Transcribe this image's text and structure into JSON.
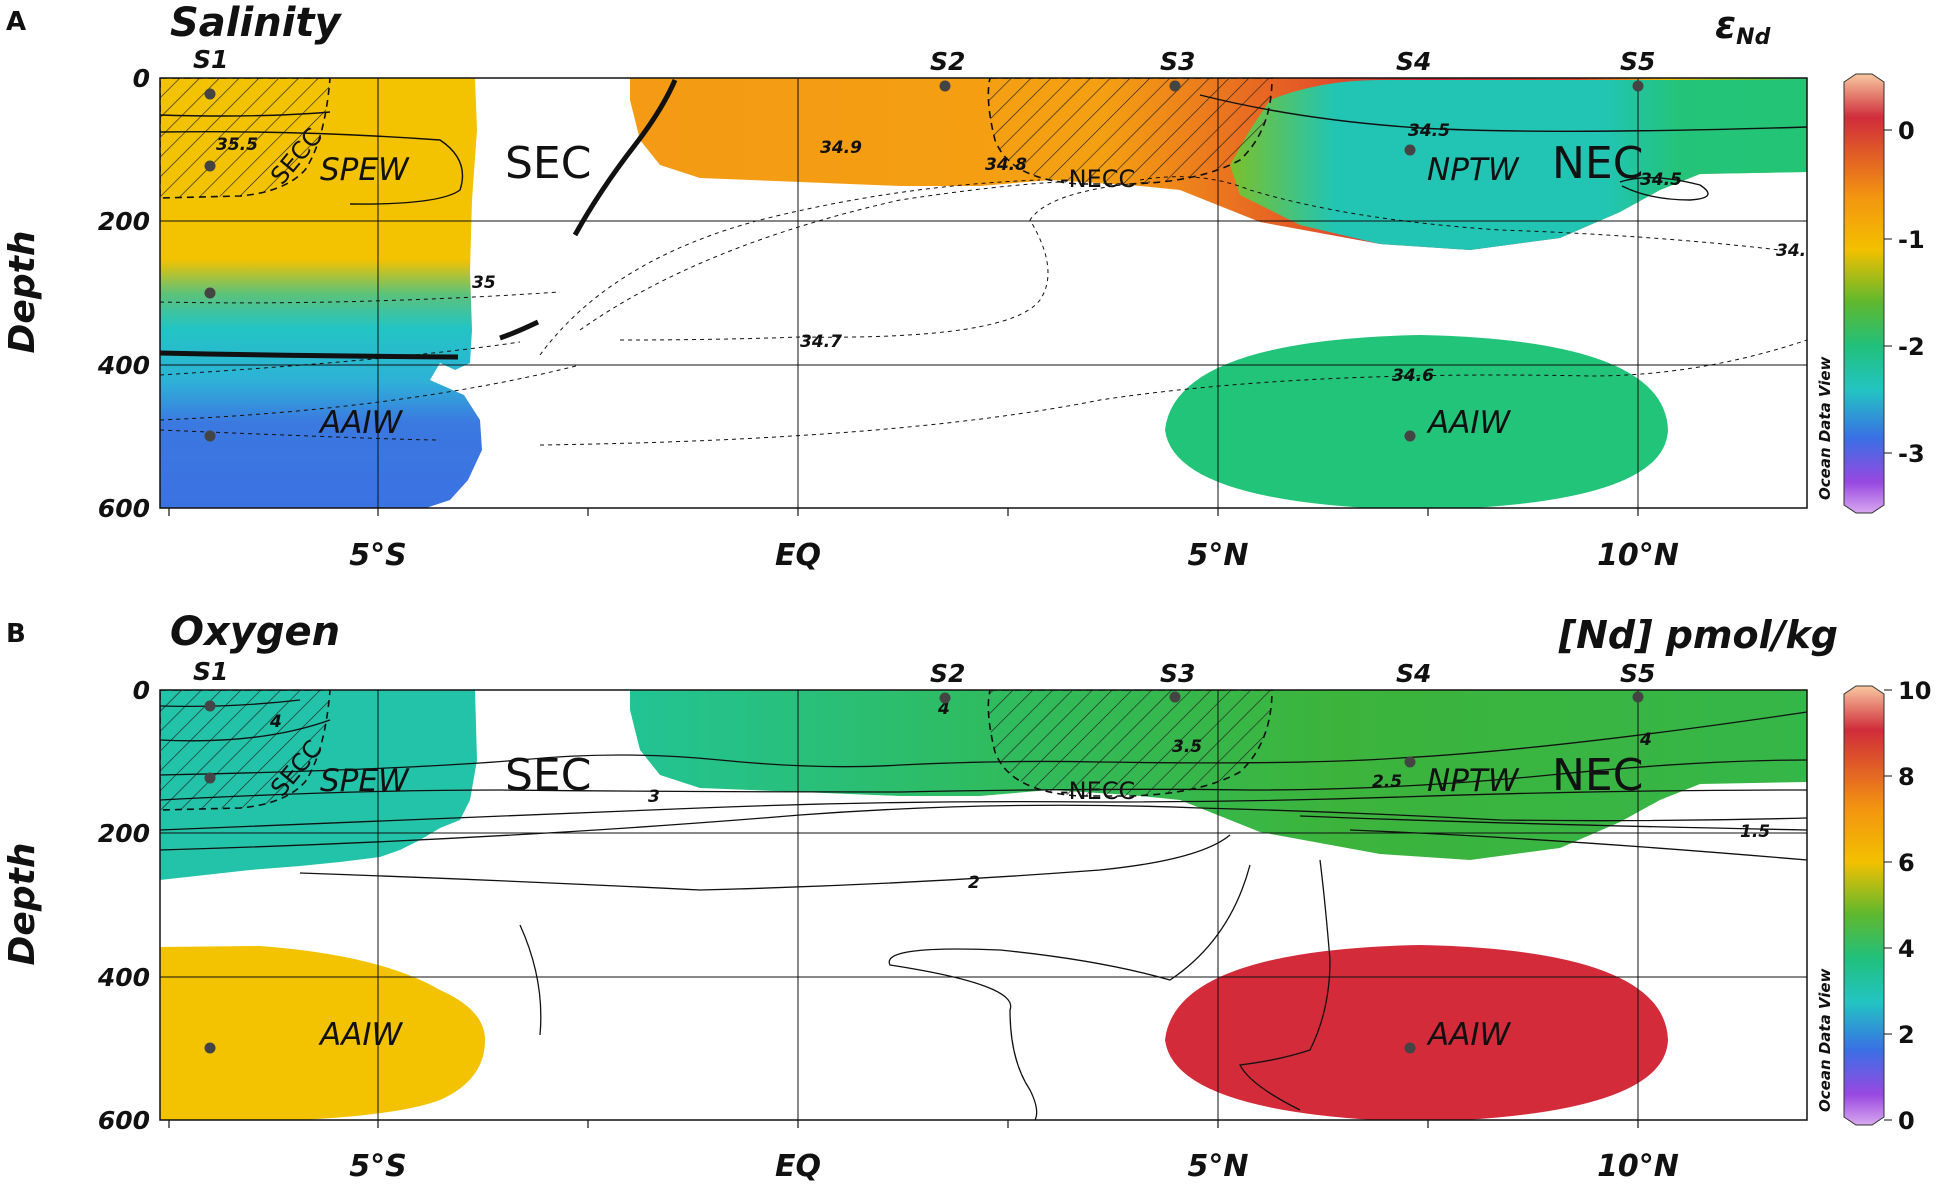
{
  "chart_data": [
    {
      "type": "heatmap",
      "panel": "A",
      "title": "Salinity",
      "ylabel": "Depth",
      "y_ticks": [
        "0",
        "200",
        "400",
        "600"
      ],
      "x_ticks": [
        "5°S",
        "EQ",
        "5°N",
        "10°N"
      ],
      "stations": [
        "S1",
        "S2",
        "S3",
        "S4",
        "S5"
      ],
      "colorbar": {
        "title": "εNd",
        "ticks": [
          "0",
          "-1",
          "-2",
          "-3"
        ],
        "colors": [
          "#f8c8a0",
          "#d02c3a",
          "#f39510",
          "#f3c000",
          "#5fb82e",
          "#21c07c",
          "#22c4c2",
          "#3a6fe4",
          "#9848e0",
          "#d8a8f0"
        ],
        "watermark": "Ocean Data View"
      },
      "contour_labels": [
        "35.5",
        "35",
        "34.9",
        "34.8",
        "34.7",
        "34.6",
        "34.5",
        "34.5",
        "34."
      ],
      "water_masses": [
        "SPEW",
        "AAIW",
        "NPTW",
        "AAIW"
      ],
      "currents": [
        "SEC",
        "NEC",
        "SECC",
        "NECC"
      ],
      "colors": {
        "spew": "#f3c200",
        "s1_mid": "#22c4c4",
        "s1_aaiw": "#3b72e2",
        "eq_surface": "#f49a14",
        "s3_core": "#d0283a",
        "nptw": "#22c5b3",
        "nec": "#23c474",
        "aaiw_north": "#22c479"
      }
    },
    {
      "type": "heatmap",
      "panel": "B",
      "title": "Oxygen",
      "ylabel": "Depth",
      "y_ticks": [
        "0",
        "200",
        "400",
        "600"
      ],
      "x_ticks": [
        "5°S",
        "EQ",
        "5°N",
        "10°N"
      ],
      "stations": [
        "S1",
        "S2",
        "S3",
        "S4",
        "S5"
      ],
      "colorbar": {
        "title": "[Nd] pmol/kg",
        "ticks": [
          "10",
          "8",
          "6",
          "4",
          "2",
          "0"
        ],
        "colors": [
          "#f8c8a0",
          "#d02c3a",
          "#f39510",
          "#f3c000",
          "#5fb82e",
          "#21c07c",
          "#22c4c2",
          "#3a6fe4",
          "#9848e0",
          "#d8a8f0"
        ],
        "watermark": "Ocean Data View"
      },
      "contour_labels": [
        "4",
        "4",
        "3.5",
        "3",
        "2.5",
        "2",
        "1.5",
        "4"
      ],
      "water_masses": [
        "SPEW",
        "AAIW",
        "NPTW",
        "AAIW"
      ],
      "currents": [
        "SEC",
        "NEC",
        "SECC",
        "NECC"
      ],
      "colors": {
        "s1_upper": "#22c3a8",
        "s1_aaiw": "#f3c200",
        "eq_surface": "#22c394",
        "nptw": "#3cb43c",
        "aaiw_north": "#d32b3a"
      }
    }
  ]
}
